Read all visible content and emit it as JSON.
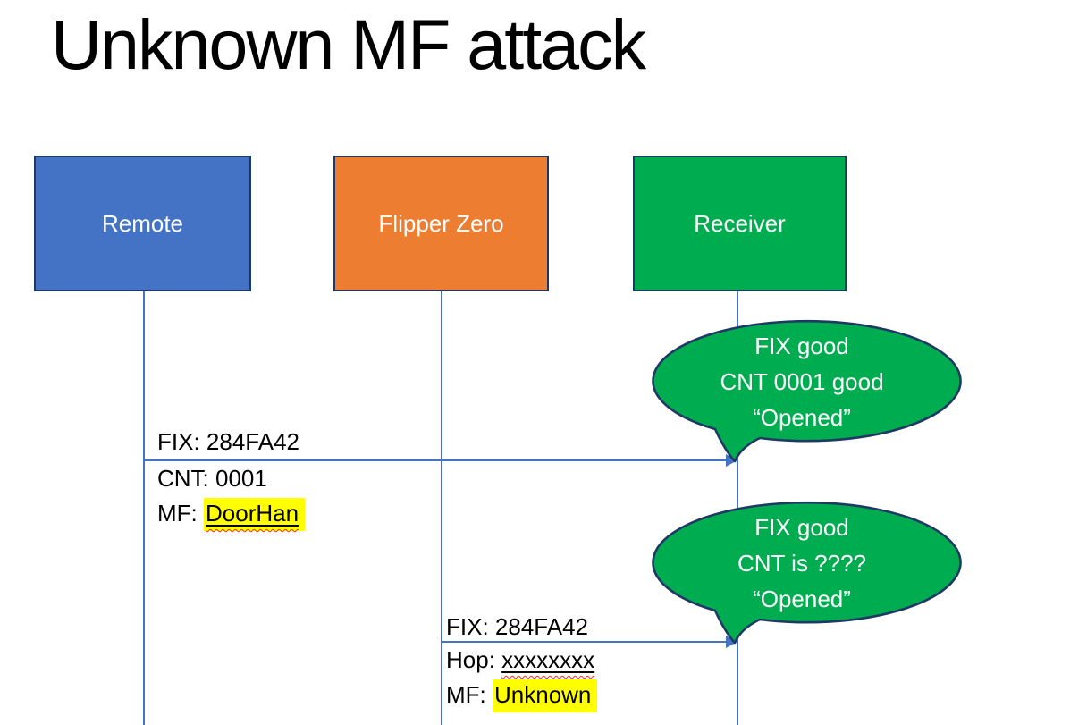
{
  "title": "Unknown MF attack",
  "actors": [
    {
      "label": "Remote",
      "fill": "#4472C4"
    },
    {
      "label": "Flipper Zero",
      "fill": "#ED7D31"
    },
    {
      "label": "Receiver",
      "fill": "#00AC50"
    }
  ],
  "message1": {
    "fix": "FIX: 284FA42",
    "cnt": "CNT: 0001",
    "mf_prefix": "MF: ",
    "mf_value": "DoorHan"
  },
  "message2": {
    "fix": "FIX: 284FA42",
    "hop_prefix": "Hop: ",
    "hop_value": "xxxxxxxx",
    "mf_prefix": "MF: ",
    "mf_value": "Unknown"
  },
  "bubble1": {
    "lines": [
      "FIX good",
      "CNT 0001 good",
      "“Opened”"
    ]
  },
  "bubble2": {
    "lines": [
      "FIX good",
      "CNT is ????",
      "“Opened”"
    ]
  },
  "colors": {
    "line_blue": "#4472C4",
    "border_navy": "#1F3864",
    "remote_fill": "#4472C4",
    "flipper_fill": "#ED7D31",
    "green_fill": "#00AC50",
    "highlight_yellow": "#FFFF00",
    "squiggle_red": "#FF2B06",
    "bubble_text": "#FFFFFF",
    "label_text": "#000000"
  }
}
